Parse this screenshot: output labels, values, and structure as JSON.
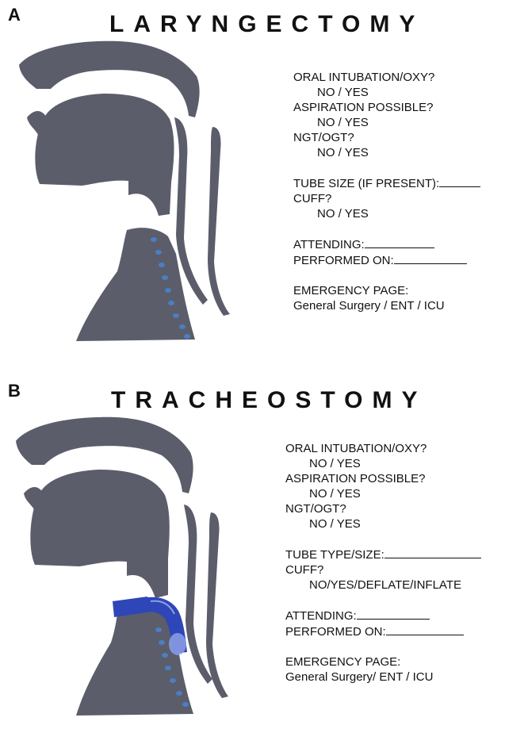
{
  "colors": {
    "anatomy": "#5b5d6a",
    "trachea_rings": "#4a7fc4",
    "tube": "#2f46b8",
    "tube_highlight": "#8ca0e6"
  },
  "panel_a": {
    "letter": "A",
    "title": "LARYNGECTOMY",
    "form": {
      "q1": "ORAL INTUBATION/OXY?",
      "a1": "NO / YES",
      "q2": "ASPIRATION POSSIBLE?",
      "a2": "NO / YES",
      "q3": "NGT/OGT?",
      "a3": "NO / YES",
      "q4": "TUBE SIZE (IF PRESENT):",
      "q5": "CUFF?",
      "a5": "NO / YES",
      "q6": "ATTENDING:",
      "q7": "PERFORMED ON:",
      "q8": "EMERGENCY PAGE:",
      "a8": "General Surgery / ENT / ICU"
    }
  },
  "panel_b": {
    "letter": "B",
    "title": "TRACHEOSTOMY",
    "form": {
      "q1": "ORAL INTUBATION/OXY?",
      "a1": "NO / YES",
      "q2": "ASPIRATION POSSIBLE?",
      "a2": "NO / YES",
      "q3": "NGT/OGT?",
      "a3": "NO / YES",
      "q4": "TUBE TYPE/SIZE:",
      "q5": "CUFF?",
      "a5": "NO/YES/DEFLATE/INFLATE",
      "q6": "ATTENDING:",
      "q7": "PERFORMED ON:",
      "q8": "EMERGENCY PAGE:",
      "a8": "General Surgery/ ENT / ICU"
    }
  }
}
